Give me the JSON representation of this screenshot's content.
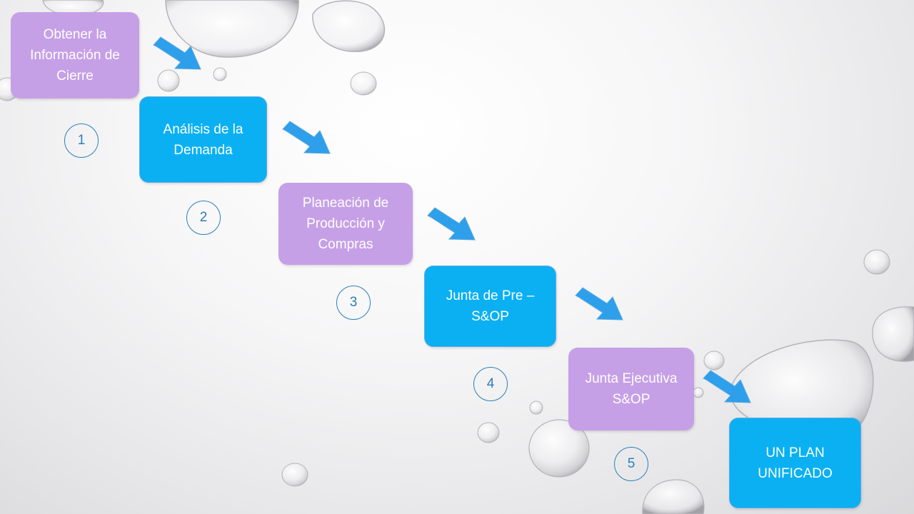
{
  "colors": {
    "purple_box": "#c6a0e6",
    "blue_box": "#0ab0f2",
    "arrow": "#2e9fea",
    "step_number": "#2a7fb8"
  },
  "steps": [
    {
      "number": "1",
      "lines": [
        "Obtener la",
        "Información de",
        "Cierre"
      ]
    },
    {
      "number": "2",
      "lines": [
        "Análisis de la",
        "Demanda"
      ]
    },
    {
      "number": "3",
      "lines": [
        "Planeación de",
        "Producción y",
        "Compras"
      ]
    },
    {
      "number": "4",
      "lines": [
        "Junta de Pre –",
        "S&OP"
      ]
    },
    {
      "number": "5",
      "lines": [
        "Junta Ejecutiva",
        "S&OP"
      ]
    }
  ],
  "result": {
    "lines": [
      "UN PLAN",
      "UNIFICADO"
    ]
  }
}
